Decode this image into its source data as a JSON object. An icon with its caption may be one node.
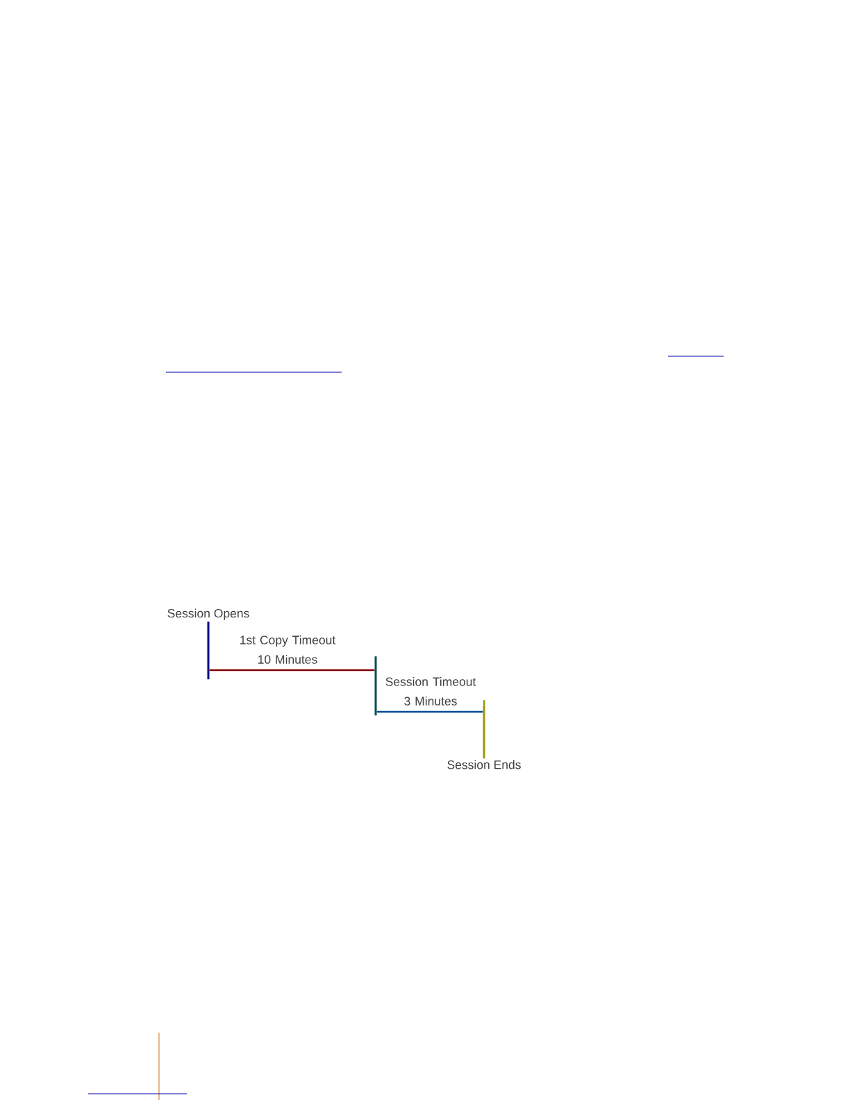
{
  "diagram": {
    "nodes": [
      {
        "text": [
          "Session Opens"
        ]
      },
      {
        "text": [],
        "shape": "bar"
      },
      {
        "text": [
          "Session Ends"
        ]
      }
    ],
    "edges": [
      {
        "from": 0,
        "to": 1,
        "arrow": "none",
        "label": "1st Copy Timeout 10 Minutes",
        "color": "#800000"
      },
      {
        "from": 1,
        "to": 2,
        "arrow": "none",
        "label": "Session Timeout 3 Minutes",
        "color": "#004c99"
      }
    ]
  }
}
